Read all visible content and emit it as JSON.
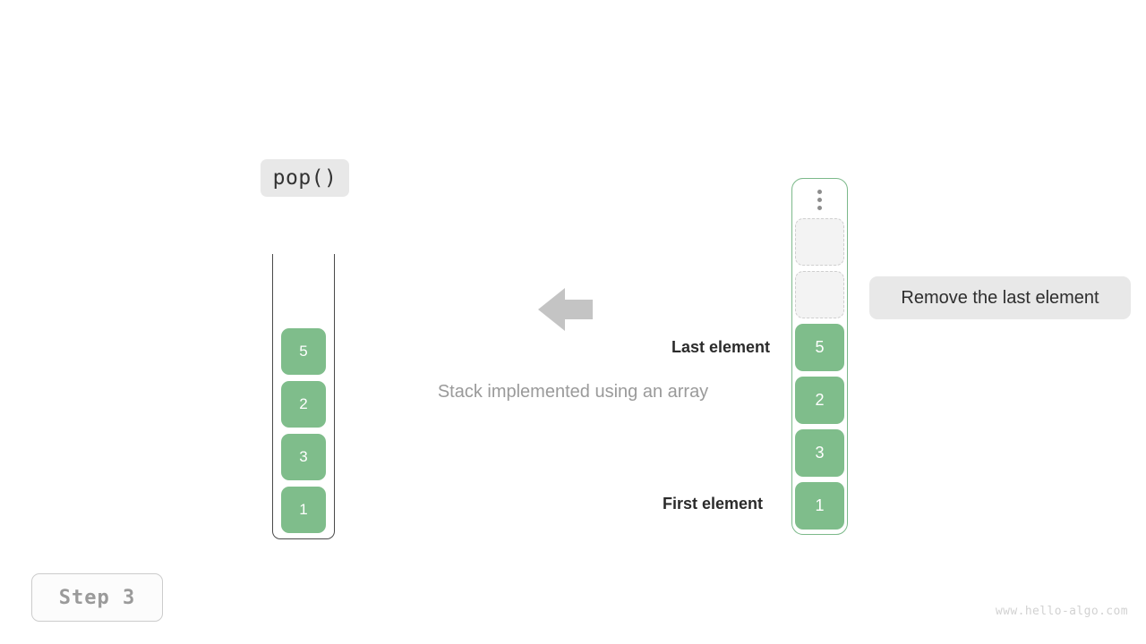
{
  "operation": {
    "label": "pop()"
  },
  "left_stack": {
    "name": "stack-before-state",
    "cells": [
      {
        "value": "5",
        "state": "filled"
      },
      {
        "value": "2",
        "state": "filled"
      },
      {
        "value": "3",
        "state": "filled"
      },
      {
        "value": "1",
        "state": "filled"
      }
    ]
  },
  "right_stack": {
    "name": "array-backing-store",
    "ellipsis_icon": "vertical-ellipsis-icon",
    "cells": [
      {
        "value": "",
        "state": "empty"
      },
      {
        "value": "",
        "state": "empty"
      },
      {
        "value": "5",
        "state": "filled"
      },
      {
        "value": "2",
        "state": "filled"
      },
      {
        "value": "3",
        "state": "filled"
      },
      {
        "value": "1",
        "state": "filled"
      }
    ]
  },
  "annotations": {
    "last_element": "Last element",
    "first_element": "First element",
    "caption": "Stack implemented using an array",
    "arrow_icon": "left-arrow-icon"
  },
  "tooltip": {
    "text": "Remove the last element"
  },
  "step": {
    "label": "Step 3"
  },
  "watermark": {
    "text": "www.hello-algo.com"
  },
  "colors": {
    "cell_fill": "#7fbd8b",
    "empty_fill": "#f3f3f3",
    "empty_border": "#cfcfcf",
    "container_border": "#7cb98a",
    "left_frame_border": "#4a4a4a",
    "chip_bg": "#e8e8e8",
    "arrow": "#c4c4c4",
    "caption_text": "#9a9a9a",
    "step_text": "#9a9a9a",
    "watermark_text": "#d2d2d2"
  }
}
